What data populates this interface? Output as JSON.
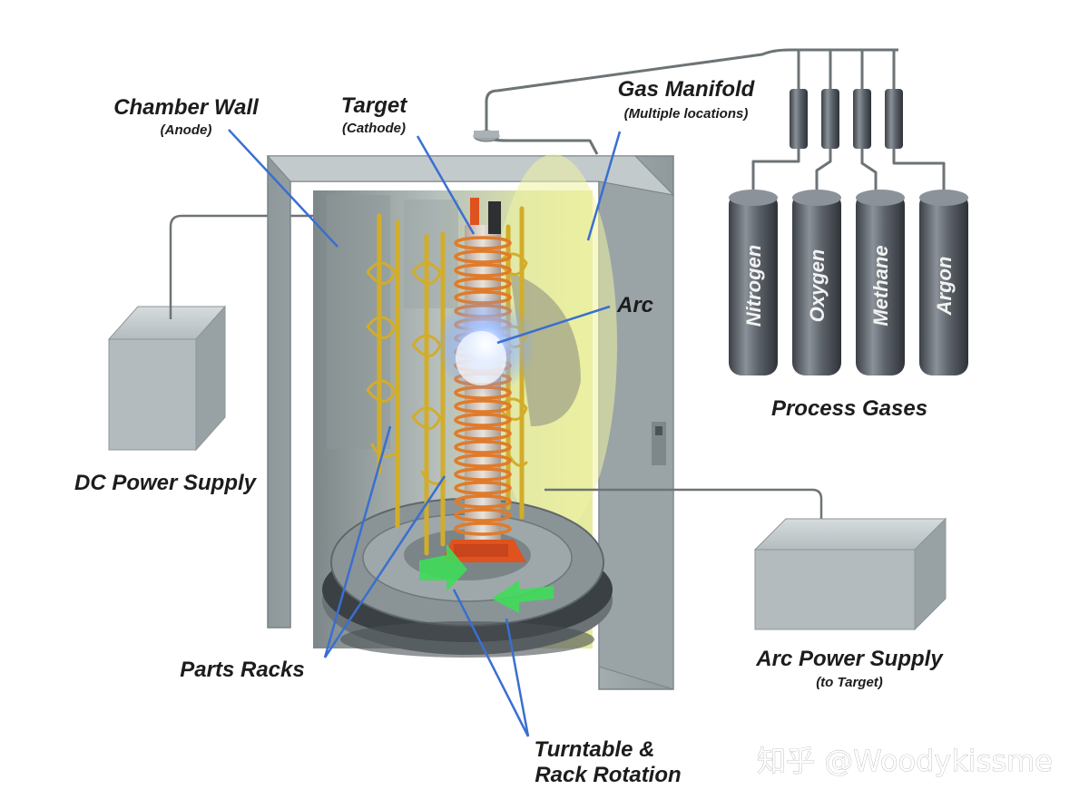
{
  "labels": {
    "chamber_wall": "Chamber Wall",
    "chamber_wall_sub": "(Anode)",
    "target": "Target",
    "target_sub": "(Cathode)",
    "gas_manifold": "Gas Manifold",
    "gas_manifold_sub": "(Multiple locations)",
    "arc": "Arc",
    "dc_power_supply": "DC Power Supply",
    "parts_racks": "Parts Racks",
    "turntable_line1": "Turntable &",
    "turntable_line2": "Rack Rotation",
    "arc_power_supply": "Arc Power Supply",
    "arc_power_supply_sub": "(to Target)",
    "process_gases": "Process Gases"
  },
  "gases": [
    "Nitrogen",
    "Oxygen",
    "Methane",
    "Argon"
  ],
  "watermark": "知乎 @Woodykissme",
  "colors": {
    "leader": "#3a6fd0",
    "rack": "#d2ad2a",
    "coil": "#e07b2c",
    "target_block": "#e0521e",
    "arrow": "#3fdc5a",
    "tank": "#626870",
    "box": "#b9c1c4",
    "chamber": "#a6b0b2"
  }
}
